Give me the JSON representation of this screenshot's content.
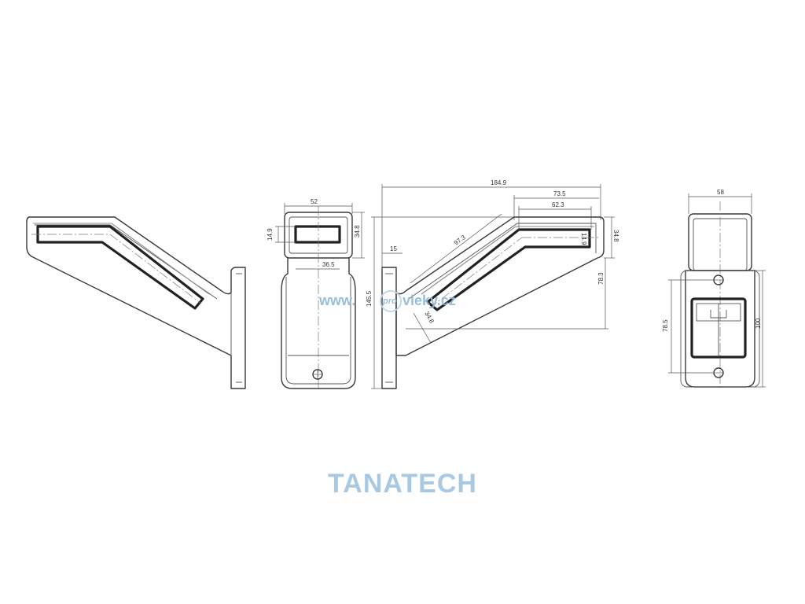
{
  "dimensions": {
    "front_width": "52",
    "front_lens_height": "14.9",
    "front_top_height": "34.8",
    "front_lens_width": "36.5",
    "top_length": "184.9",
    "top_length_2": "73.5",
    "top_length_3": "62.3",
    "diagonal_length": "97.3",
    "base_offset": "15",
    "total_height": "145.5",
    "arm_height": "78.3",
    "arm_width": "34.8",
    "right_end_height": "34.8",
    "right_end_small": "14.9",
    "base_width": "58",
    "base_hole_spacing": "78.5",
    "base_height": "100"
  },
  "watermark": {
    "prefix": "www.",
    "circle": "pro",
    "suffix": "vleky.cz"
  },
  "logo": {
    "text": "TANATECH"
  }
}
